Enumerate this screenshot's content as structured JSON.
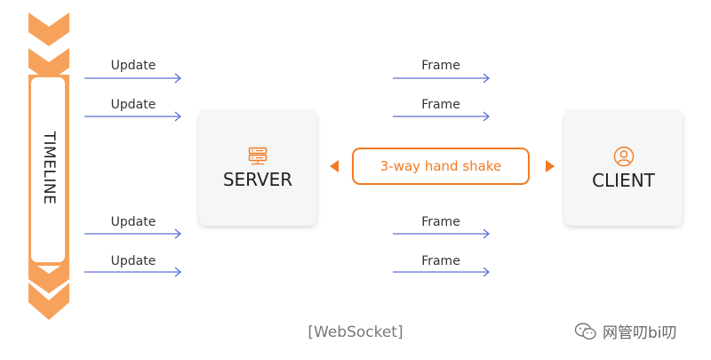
{
  "timeline": {
    "label": "TIMELINE"
  },
  "server_updates": [
    "Update",
    "Update",
    "Update",
    "Update"
  ],
  "client_frames": [
    "Frame",
    "Frame",
    "Frame",
    "Frame"
  ],
  "server": {
    "title": "SERVER",
    "icon": "server-icon"
  },
  "client": {
    "title": "CLIENT",
    "icon": "user-icon"
  },
  "handshake": {
    "label": "3-way hand shake"
  },
  "caption": "[WebSocket]",
  "watermark": {
    "text": "网管叨bi叨",
    "icon": "wechat-icon"
  },
  "colors": {
    "accent": "#f47a20",
    "timeline": "#f7a25a",
    "arrow": "#5b6fd8",
    "card_bg": "#f6f6f6"
  }
}
